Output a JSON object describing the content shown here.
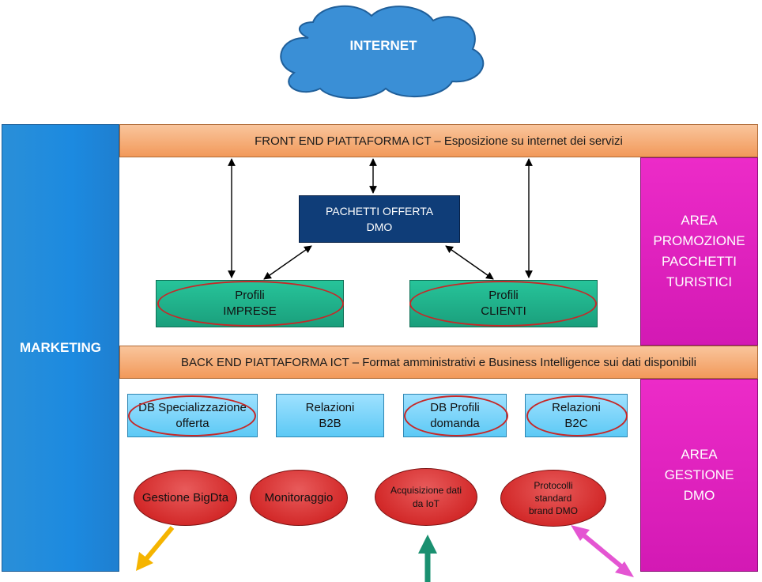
{
  "cloud": {
    "label": "INTERNET"
  },
  "marketing": {
    "label": "MARKETING"
  },
  "front_end": {
    "label": "FRONT END PIATTAFORMA ICT – Esposizione su internet dei servizi"
  },
  "back_end": {
    "label": "BACK END PIATTAFORMA ICT – Format amministrativi e Business Intelligence sui dati disponibili"
  },
  "area_promozione": {
    "lines": [
      "AREA",
      "PROMOZIONE",
      "PACCHETTI",
      "TURISTICI"
    ]
  },
  "area_gestione": {
    "lines": [
      "AREA",
      "GESTIONE",
      "DMO"
    ]
  },
  "pacchetti": {
    "line1": "PACHETTI OFFERTA",
    "line2": "DMO"
  },
  "profili_imprese": {
    "line1": "Profili",
    "line2": "IMPRESE"
  },
  "profili_clienti": {
    "line1": "Profili",
    "line2": "CLIENTI"
  },
  "db_boxes": [
    {
      "line1": "DB Specializzazione",
      "line2": "offerta"
    },
    {
      "line1": "Relazioni",
      "line2": "B2B"
    },
    {
      "line1": "DB Profili",
      "line2": "domanda"
    },
    {
      "line1": "Relazioni",
      "line2": "B2C"
    }
  ],
  "bubbles": [
    {
      "lines": [
        "Gestione BigDta"
      ]
    },
    {
      "lines": [
        "Monitoraggio"
      ]
    },
    {
      "lines": [
        "Acquisizione dati",
        "da IoT"
      ]
    },
    {
      "lines": [
        "Protocolli",
        "standard",
        "brand DMO"
      ]
    }
  ],
  "colors": {
    "marketing": "#1c8ae0",
    "band": "#f2995a",
    "area": "#d319b4",
    "pacchetti": "#0f3d78",
    "profile": "#1a9f7c",
    "db": "#5cc9f5",
    "bubble": "#d32a2a",
    "cloud": "#3a8fd6",
    "arrow_yellow": "#f5b400",
    "arrow_teal": "#1a9070",
    "arrow_magenta": "#e455d2"
  }
}
